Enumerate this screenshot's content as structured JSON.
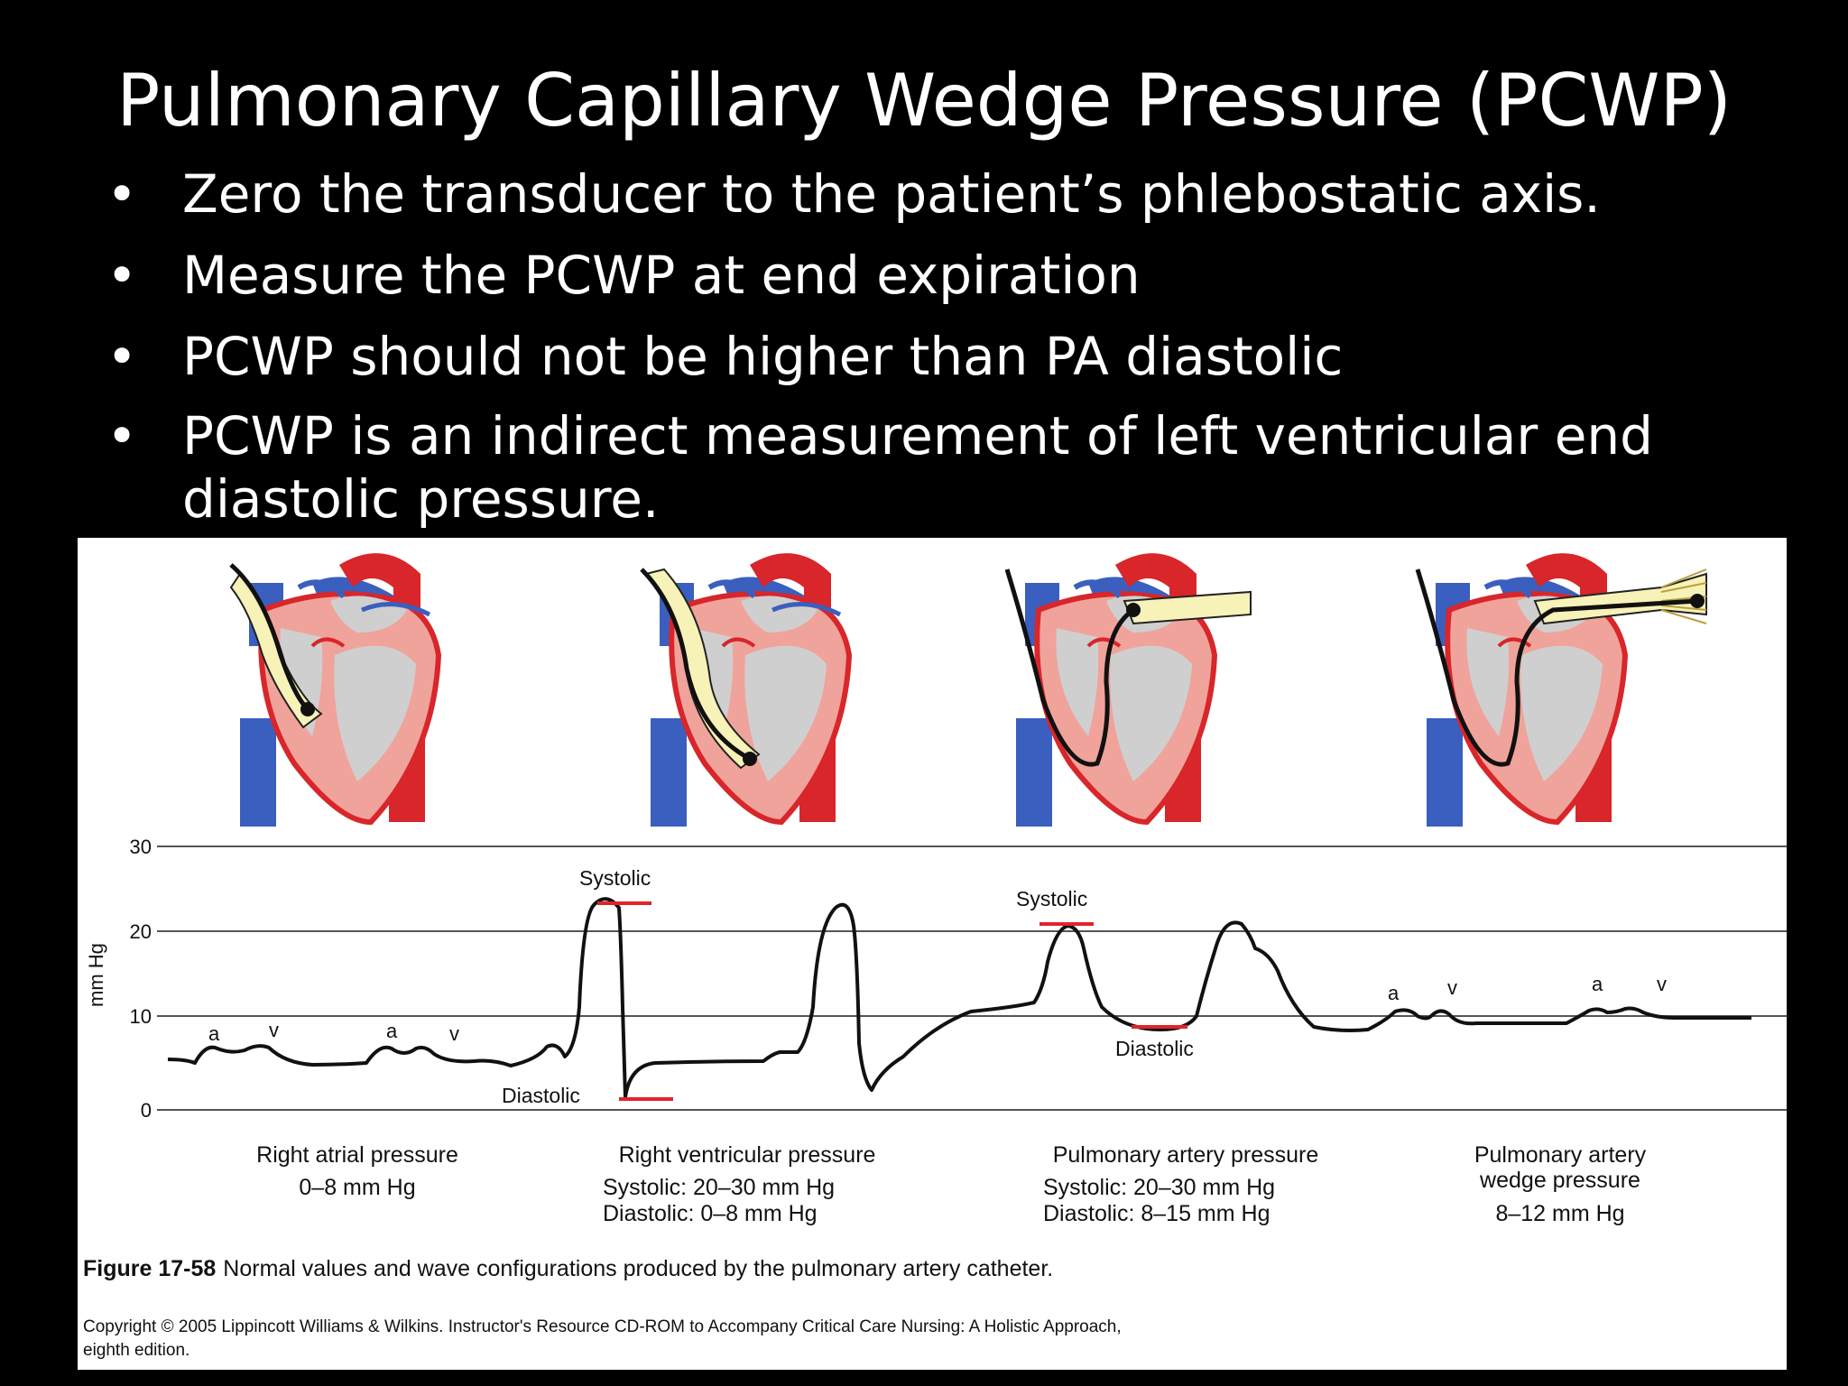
{
  "slide": {
    "title": "Pulmonary Capillary Wedge Pressure (PCWP)",
    "bullet_symbol": "•",
    "bullets": [
      "Zero the transducer to the patient’s phlebostatic axis.",
      "Measure the PCWP at end expiration",
      "PCWP should not be higher than PA diastolic",
      "PCWP is an indirect measurement of left ventricular end diastolic pressure."
    ]
  },
  "figure": {
    "y_axis_label": "mm Hg",
    "y_ticks": [
      "30",
      "20",
      "10",
      "0"
    ],
    "wave_markers": {
      "systolic_1": "Systolic",
      "diastolic_1": "Diastolic",
      "systolic_2": "Systolic",
      "diastolic_2": "Diastolic",
      "a": "a",
      "v": "v"
    },
    "panels": [
      {
        "name": "Right atrial pressure",
        "line1": "0–8 mm Hg",
        "line2": ""
      },
      {
        "name": "Right ventricular pressure",
        "line1": "Systolic: 20–30 mm Hg",
        "line2": "Diastolic: 0–8 mm Hg"
      },
      {
        "name": "Pulmonary artery pressure",
        "line1": "Systolic: 20–30 mm Hg",
        "line2": "Diastolic: 8–15 mm Hg"
      },
      {
        "name": "Pulmonary artery wedge pressure",
        "name_line1": "Pulmonary artery",
        "name_line2": "wedge pressure",
        "line1": "8–12 mm Hg",
        "line2": ""
      }
    ],
    "caption_label": "Figure 17-58",
    "caption_text": "Normal values and wave configurations produced by the pulmonary artery catheter.",
    "copyright_line1": "Copyright © 2005 Lippincott Williams & Wilkins.  Instructor's Resource CD-ROM to Accompany Critical Care Nursing: A Holistic Approach,",
    "copyright_line2": "eighth edition.",
    "colors": {
      "heart_red": "#d8262a",
      "heart_pink": "#f0a39a",
      "chamber_gray": "#cfcfcf",
      "vein_blue": "#3a5fbf",
      "catheter_fill": "#f7f2b8",
      "marker_red": "#e0242a"
    }
  }
}
